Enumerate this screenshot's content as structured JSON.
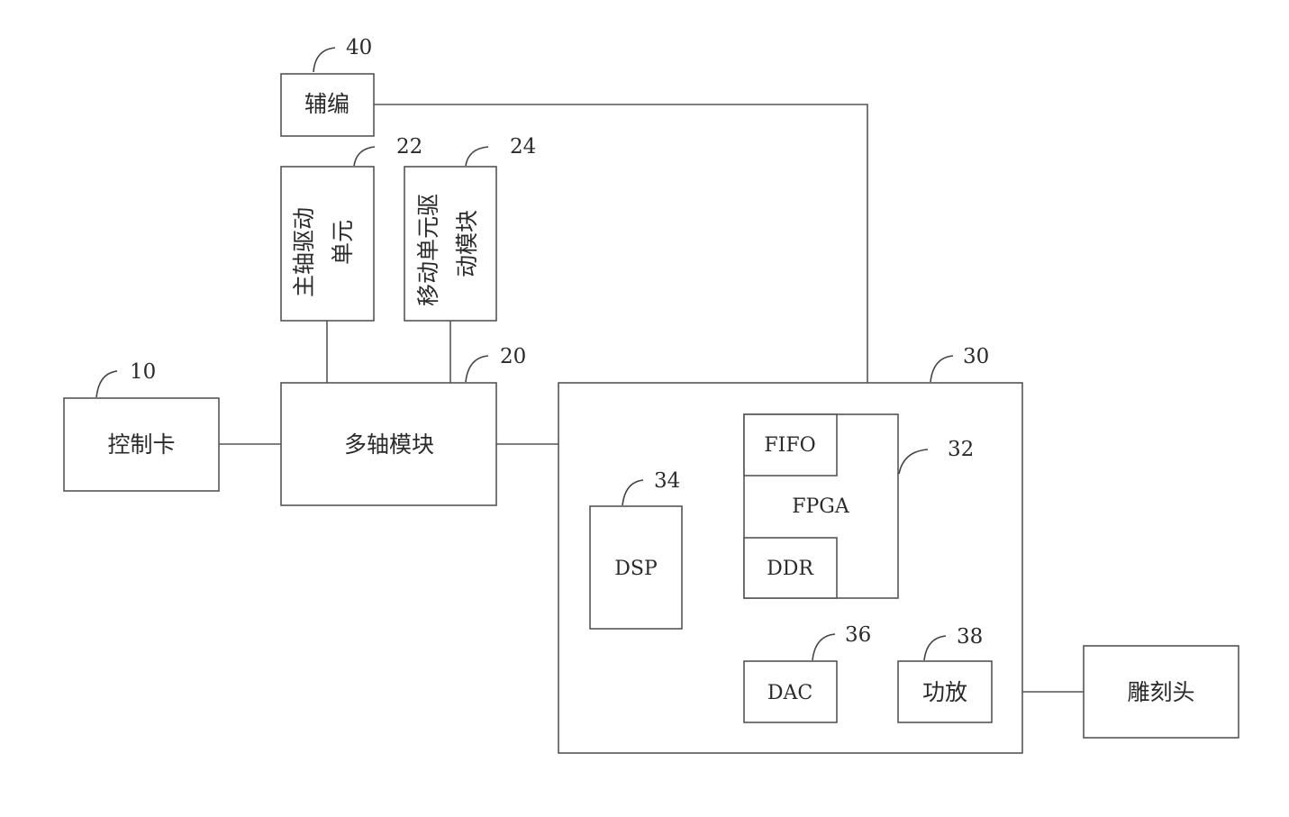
{
  "blocks": {
    "aux": {
      "label": "辅编",
      "ref": "40"
    },
    "spindle": {
      "label_col1": "主轴驱动",
      "label_col2": "单元",
      "ref": "22"
    },
    "mover": {
      "label_col1": "移动单元驱",
      "label_col2": "动模块",
      "ref": "24"
    },
    "control_card": {
      "label": "控制卡",
      "ref": "10"
    },
    "multi_axis": {
      "label": "多轴模块",
      "ref": "20"
    },
    "controller": {
      "ref": "30"
    },
    "fifo": {
      "label": "FIFO"
    },
    "fpga": {
      "label": "FPGA",
      "ref": "32"
    },
    "ddr": {
      "label": "DDR"
    },
    "dsp": {
      "label": "DSP",
      "ref": "34"
    },
    "dac": {
      "label": "DAC",
      "ref": "36"
    },
    "amp": {
      "label": "功放",
      "ref": "38"
    },
    "engraving_head": {
      "label": "雕刻头"
    }
  }
}
